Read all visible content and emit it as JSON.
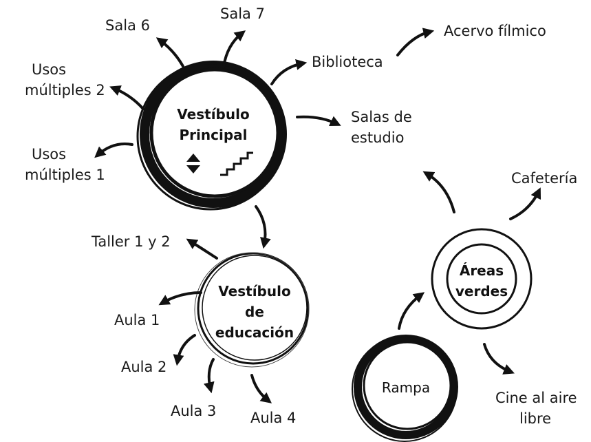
{
  "nodes": {
    "vestibulo_principal": {
      "line1": "Vestíbulo",
      "line2": "Principal"
    },
    "vestibulo_educacion": {
      "line1": "Vestíbulo",
      "line2": "de",
      "line3": "educación"
    },
    "areas_verdes": {
      "line1": "Áreas",
      "line2": "verdes"
    },
    "rampa": {
      "label": "Rampa"
    }
  },
  "labels": {
    "sala6": "Sala 6",
    "sala7": "Sala 7",
    "biblioteca": "Biblioteca",
    "acervo": "Acervo fílmico",
    "usos2_l1": "Usos",
    "usos2_l2": "múltiples 2",
    "usos1_l1": "Usos",
    "usos1_l2": "múltiples 1",
    "salas_estudio_l1": "Salas de",
    "salas_estudio_l2": "estudio",
    "cafeteria": "Cafetería",
    "taller": "Taller 1 y 2",
    "aula1": "Aula 1",
    "aula2": "Aula 2",
    "aula3": "Aula 3",
    "aula4": "Aula 4",
    "cine_l1": "Cine al aire",
    "cine_l2": "libre"
  },
  "icons": [
    "up-down-triangles-icon",
    "stairs-icon"
  ]
}
